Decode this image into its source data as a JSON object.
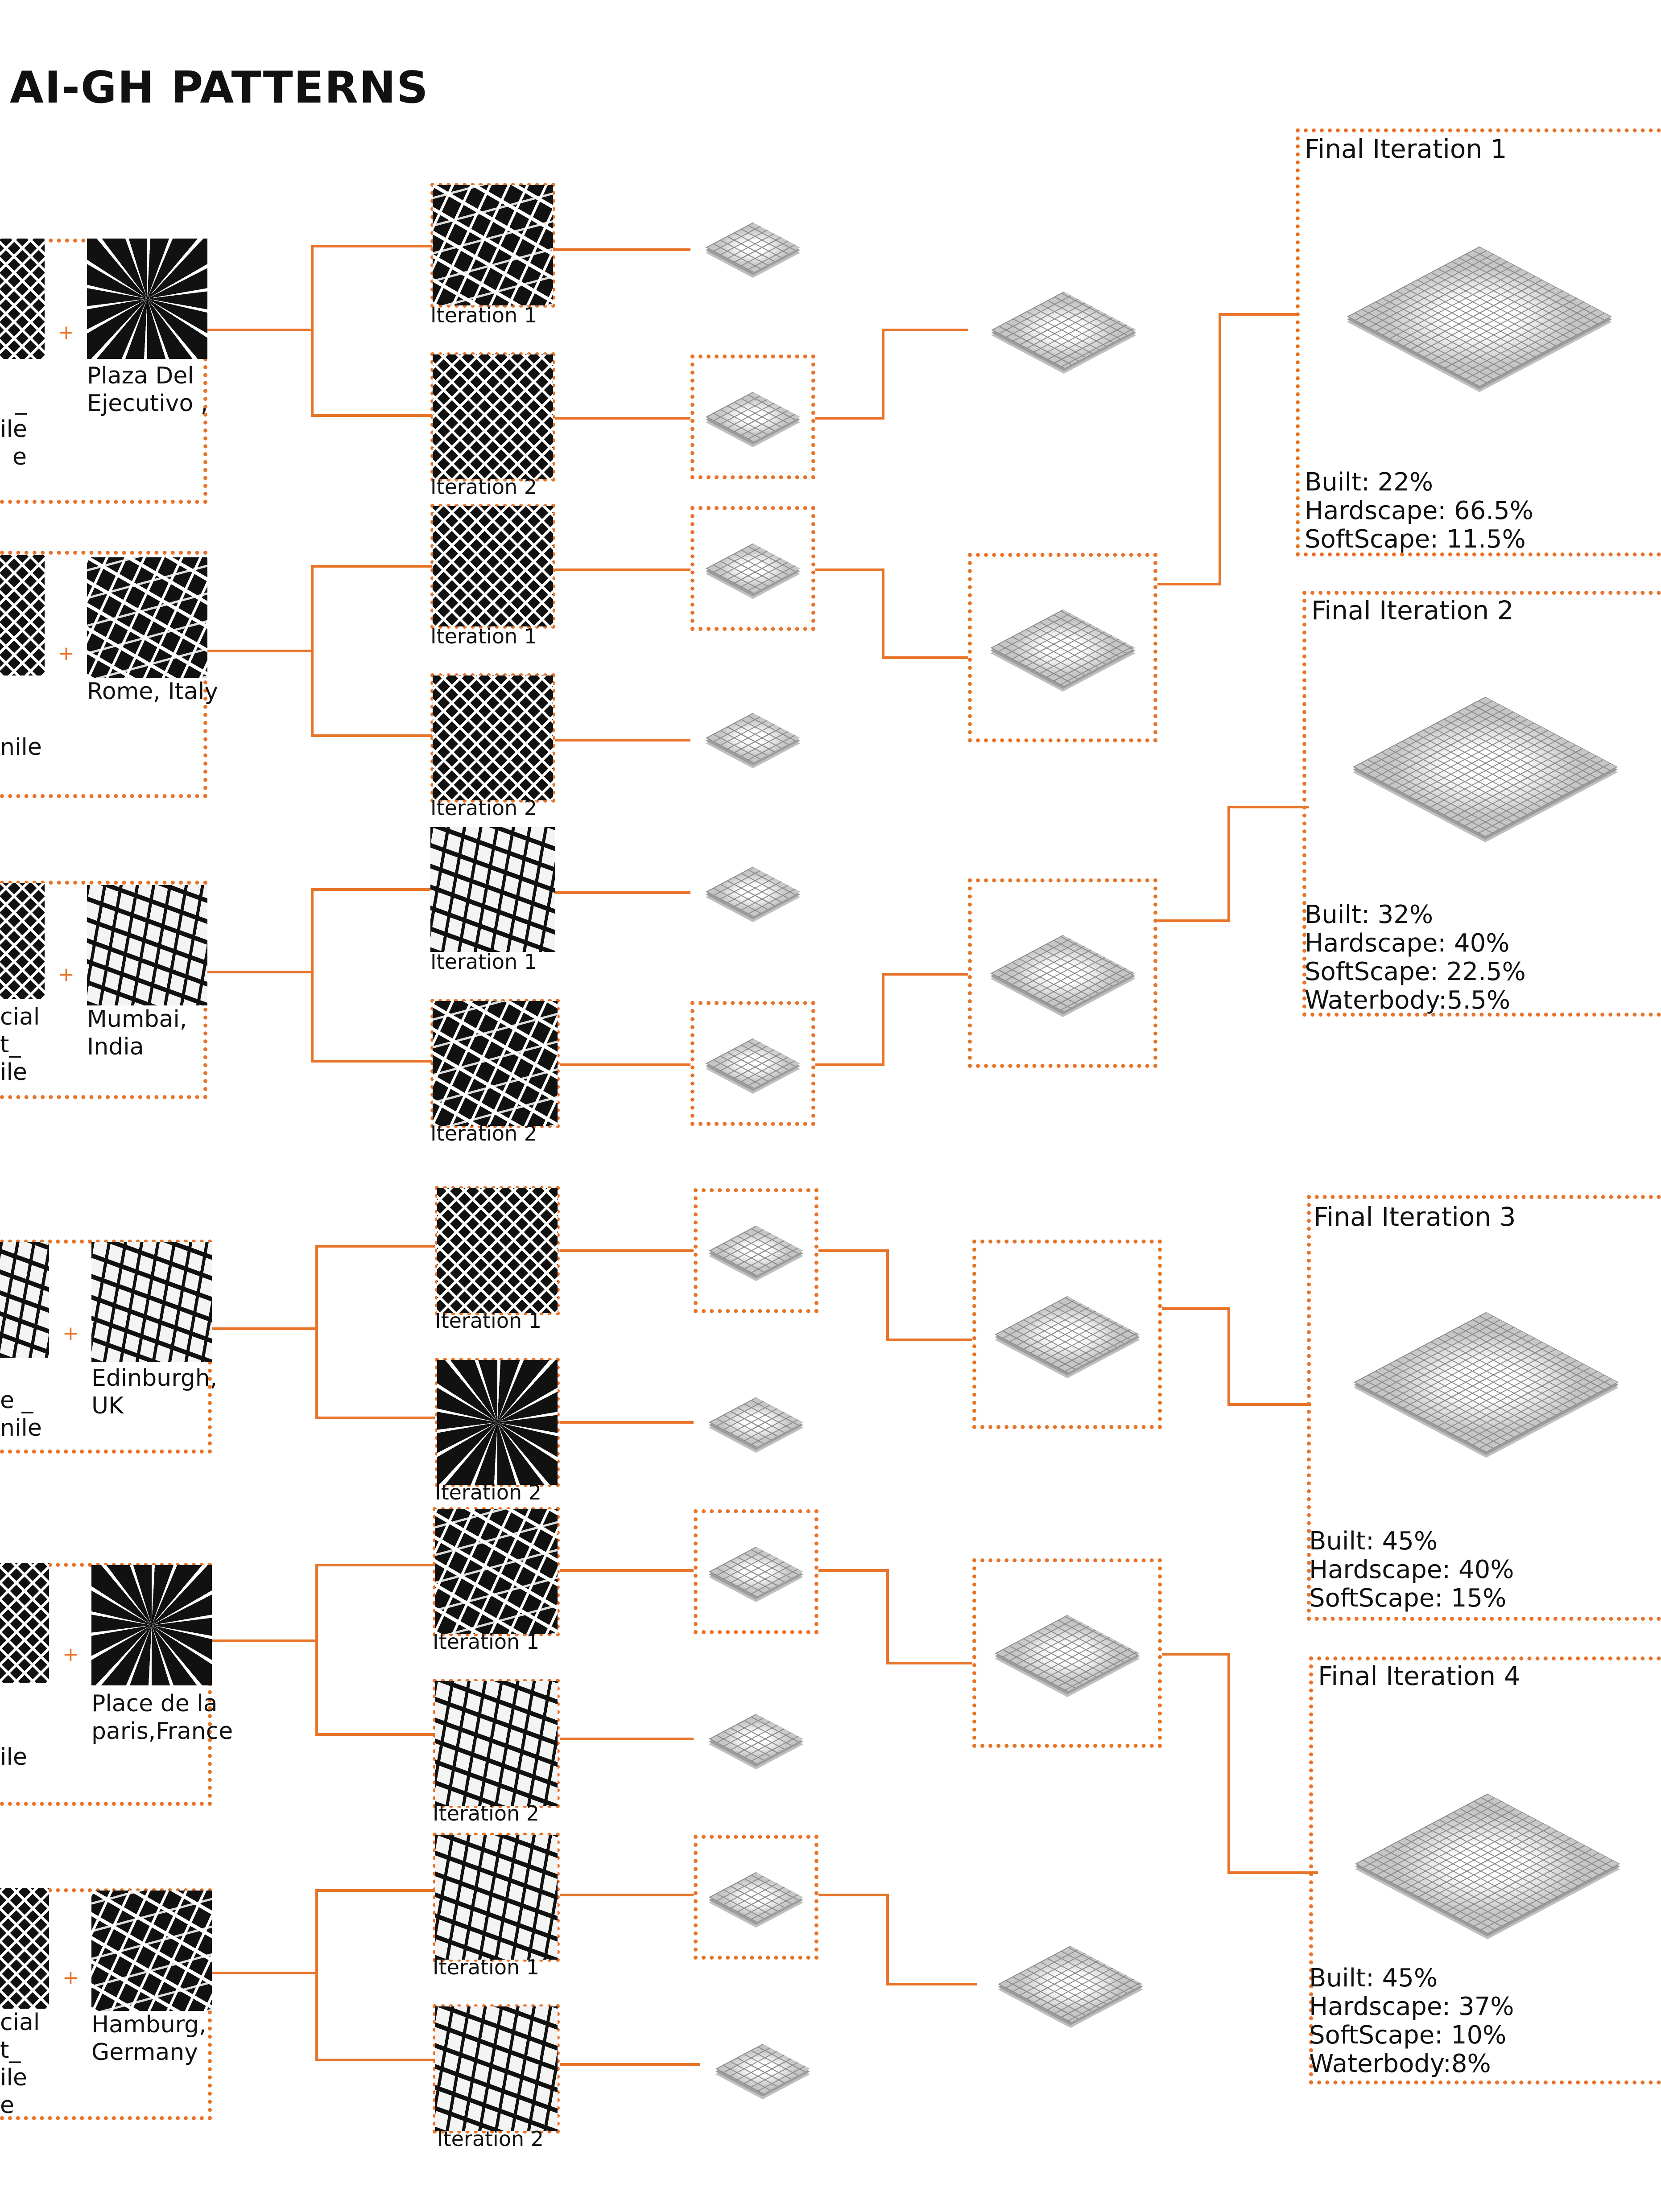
{
  "title": "AI-GH PATTERNS",
  "colors": {
    "accent": "#e8742a",
    "ink": "#111111",
    "model": "#d9d9d9"
  },
  "iteration_labels": {
    "one": "Iteration 1",
    "two": "Iteration 2"
  },
  "groups": [
    {
      "left_fragments": [
        "_",
        "ile",
        "e"
      ],
      "city": [
        "Plaza Del",
        "Ejecutivo ,"
      ]
    },
    {
      "left_fragments": [
        "nile"
      ],
      "city": [
        "Rome, Italy"
      ]
    },
    {
      "left_fragments": [
        "cial",
        "t_",
        "ile"
      ],
      "city": [
        "Mumbai,",
        "India"
      ]
    },
    {
      "left_fragments": [
        "e _",
        "nile"
      ],
      "city": [
        "Edinburgh,",
        "UK"
      ]
    },
    {
      "left_fragments": [
        "ile"
      ],
      "city": [
        "Place de la",
        "paris,France"
      ]
    },
    {
      "left_fragments": [
        "cial",
        "t_",
        "ile",
        "e"
      ],
      "city": [
        "Hamburg,",
        "Germany"
      ]
    }
  ],
  "finals": [
    {
      "title": "Final Iteration 1",
      "stats": [
        "Built: 22%",
        "Hardscape: 66.5%",
        "SoftScape: 11.5%"
      ]
    },
    {
      "title": "Final Iteration 2",
      "stats": [
        "Built: 32%",
        "Hardscape: 40%",
        "SoftScape: 22.5%",
        "Waterbody:5.5%"
      ]
    },
    {
      "title": "Final Iteration 3",
      "stats": [
        "Built: 45%",
        "Hardscape: 40%",
        "SoftScape: 15%"
      ]
    },
    {
      "title": "Final Iteration 4",
      "stats": [
        "Built: 45%",
        "Hardscape: 37%",
        "SoftScape: 10%",
        "Waterbody:8%"
      ]
    }
  ]
}
